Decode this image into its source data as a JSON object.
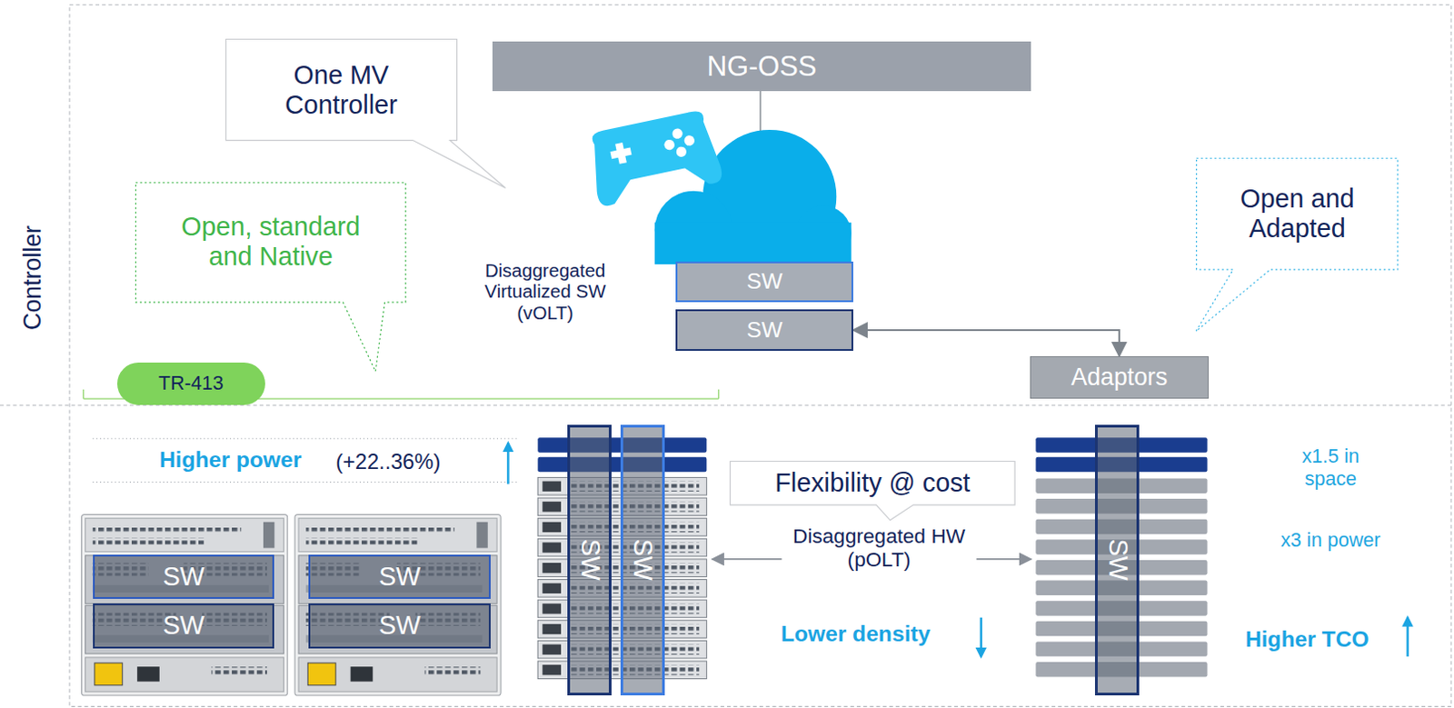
{
  "diagram": {
    "nodes": [
      {
        "text": [
          "One MV Controller"
        ]
      },
      {
        "text": [
          "NG-OSS"
        ]
      },
      {
        "text": [
          "Open, standard and Native"
        ]
      },
      {
        "text": [
          "SW"
        ]
      },
      {
        "text": [
          "Open and Adapted"
        ]
      },
      {
        "text": [
          "SW"
        ]
      },
      {
        "text": [
          "TR-413"
        ]
      },
      {
        "text": [
          "Adaptors"
        ]
      },
      {
        "text": [
          "Flexibility @ cost"
        ]
      },
      {
        "text": [
          "SW"
        ]
      },
      {
        "text": [
          "SW"
        ]
      },
      {
        "text": [
          "SW"
        ]
      },
      {
        "text": [
          "SW"
        ]
      },
      {
        "text": [
          "SW"
        ]
      },
      {
        "text": [
          "SW"
        ]
      },
      {
        "text": [
          "SW"
        ]
      }
    ],
    "edges": [
      {
        "from": 5,
        "to": 7,
        "arrow": "both"
      }
    ],
    "labels": [
      "Controller",
      "Disaggregated Virtualized SW (vOLT)",
      "Higher power",
      "(+22..36%)",
      "Disaggregated HW (pOLT)",
      "Lower density",
      "x1.5 in space",
      "x3 in power",
      "Higher TCO"
    ]
  }
}
